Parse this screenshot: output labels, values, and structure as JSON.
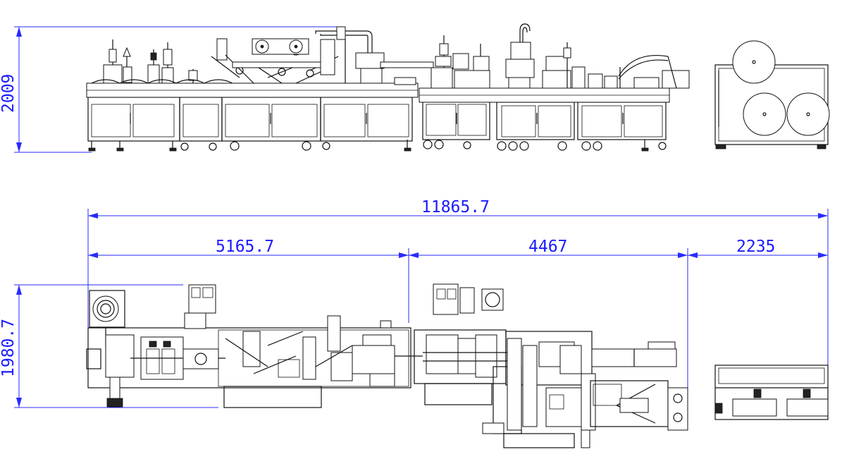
{
  "dimensions": {
    "height_elevation": "2009",
    "overall_length": "11865.7",
    "section_1_length": "5165.7",
    "section_2_length": "4467",
    "section_3_length": "2235",
    "width_plan": "1980.7"
  },
  "colors": {
    "dimension_lines": "#2a2aff",
    "dimension_text": "#1a1aff",
    "drawing_lines": "#111111",
    "background": "#ffffff"
  }
}
